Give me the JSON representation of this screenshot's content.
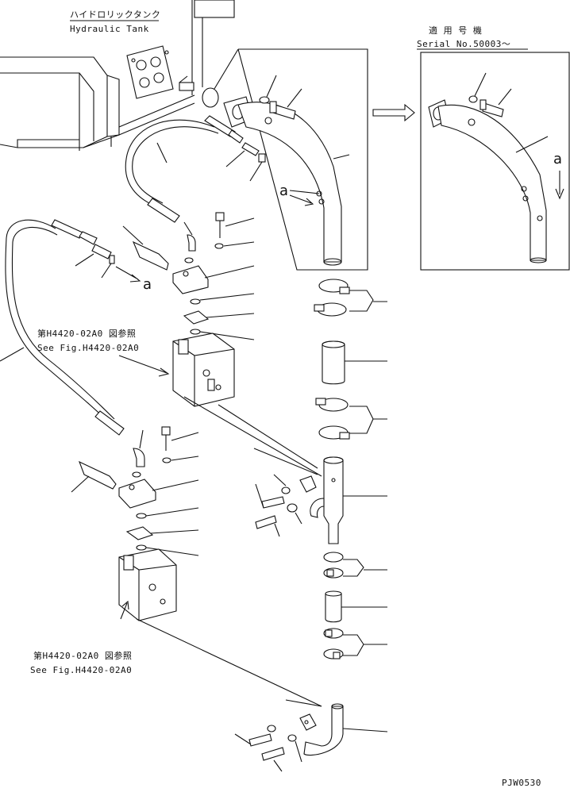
{
  "labels": {
    "tank_jp": "ハイドロリックタンク",
    "tank_en": "Hydraulic Tank",
    "serial_jp": "適 用 号 機",
    "serial_en": "Serial No.50003～",
    "see_fig_jp_1": "第H4420-02A0 図参照",
    "see_fig_en_1": "See Fig.H4420-02A0",
    "see_fig_jp_2": "第H4420-02A0 図参照",
    "see_fig_en_2": "See Fig.H4420-02A0",
    "ref_a_1": "a",
    "ref_a_2": "a",
    "ref_a_3": "a",
    "drawing_code": "PJW0530"
  }
}
